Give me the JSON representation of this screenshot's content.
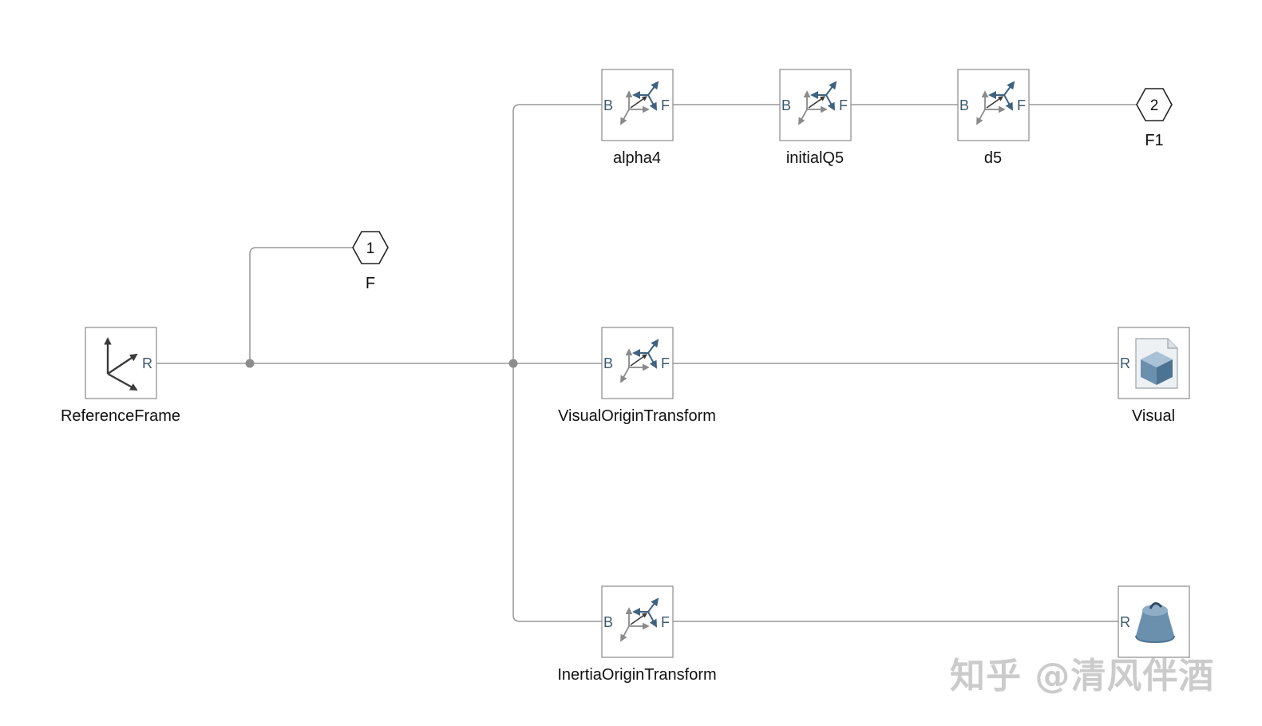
{
  "blocks": {
    "reference_frame": {
      "label": "ReferenceFrame",
      "port": "R"
    },
    "alpha4": {
      "label": "alpha4",
      "port_in": "B",
      "port_out": "F"
    },
    "initialQ5": {
      "label": "initialQ5",
      "port_in": "B",
      "port_out": "F"
    },
    "d5": {
      "label": "d5",
      "port_in": "B",
      "port_out": "F"
    },
    "visual_origin": {
      "label": "VisualOriginTransform",
      "port_in": "B",
      "port_out": "F"
    },
    "inertia_origin": {
      "label": "InertiaOriginTransform",
      "port_in": "B",
      "port_out": "F"
    },
    "visual": {
      "label": "Visual",
      "port": "R"
    },
    "inertia": {
      "port": "R"
    }
  },
  "ports": {
    "out1": {
      "number": "1",
      "label": "F"
    },
    "out2": {
      "number": "2",
      "label": "F1"
    }
  },
  "colors": {
    "wire": "#9a9a9a",
    "port_text": "#3c5a6c",
    "icon_blue": "#3f6280",
    "icon_gray": "#8a8a8a",
    "solid_blue": "#6b90ad"
  },
  "watermark": "知乎 @清风伴酒"
}
